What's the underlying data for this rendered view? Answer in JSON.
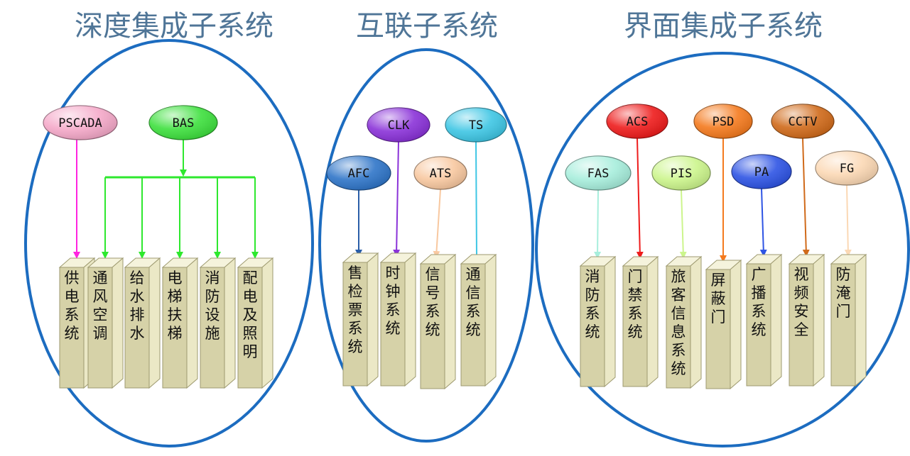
{
  "colors": {
    "title": "#4f7597",
    "ellipse_stroke": "#1c6cc0",
    "pillar_front": "#d6d2a8",
    "pillar_side": "#ebe8c6",
    "pillar_top": "#f5f3dc",
    "pillar_edge": "#9e9a70"
  },
  "groups": [
    {
      "id": "deep",
      "title": "深度集成子系统",
      "nodes": [
        {
          "id": "pscada",
          "label": "PSCADA",
          "color": "#f5a9c9"
        },
        {
          "id": "bas",
          "label": "BAS",
          "color": "#3ee03e"
        }
      ],
      "pillars": [
        {
          "id": "power",
          "label": "供电系统"
        },
        {
          "id": "ventilation",
          "label": "通风空调"
        },
        {
          "id": "water",
          "label": "给水排水"
        },
        {
          "id": "elevator",
          "label": "电梯扶梯"
        },
        {
          "id": "fire",
          "label": "消防设施"
        },
        {
          "id": "lighting",
          "label": "配电及照明"
        }
      ]
    },
    {
      "id": "interconnect",
      "title": "互联子系统",
      "nodes": [
        {
          "id": "afc",
          "label": "AFC",
          "color": "#2f75c8"
        },
        {
          "id": "clk",
          "label": "CLK",
          "color": "#8a32d8"
        },
        {
          "id": "ats",
          "label": "ATS",
          "color": "#f8c8a0"
        },
        {
          "id": "ts",
          "label": "TS",
          "color": "#3ec6e4"
        }
      ],
      "pillars": [
        {
          "id": "afc",
          "label": "售检票系统"
        },
        {
          "id": "clock",
          "label": "时钟系统"
        },
        {
          "id": "signal",
          "label": "信号系统"
        },
        {
          "id": "comm",
          "label": "通信系统"
        }
      ]
    },
    {
      "id": "interface",
      "title": "界面集成子系统",
      "nodes": [
        {
          "id": "fas",
          "label": "FAS",
          "color": "#a7eedc"
        },
        {
          "id": "acs",
          "label": "ACS",
          "color": "#ee1c1c"
        },
        {
          "id": "pis",
          "label": "PIS",
          "color": "#ccf58c"
        },
        {
          "id": "psd",
          "label": "PSD",
          "color": "#f47a1e"
        },
        {
          "id": "pa",
          "label": "PA",
          "color": "#2e54e4"
        },
        {
          "id": "cctv",
          "label": "CCTV",
          "color": "#d06a1a"
        },
        {
          "id": "fg",
          "label": "FG",
          "color": "#fbd8b4"
        }
      ],
      "pillars": [
        {
          "id": "fire",
          "label": "消防系统"
        },
        {
          "id": "door",
          "label": "门禁系统"
        },
        {
          "id": "pis",
          "label": "旅客信息系统"
        },
        {
          "id": "screen",
          "label": "屏蔽门"
        },
        {
          "id": "broadcast",
          "label": "广播系统"
        },
        {
          "id": "video",
          "label": "视频安全"
        },
        {
          "id": "flood",
          "label": "防淹门"
        }
      ]
    }
  ]
}
